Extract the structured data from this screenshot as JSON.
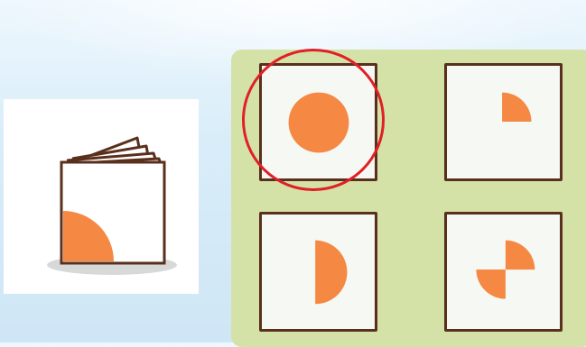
{
  "scene": {
    "background": "#d9edf9",
    "panel_color": "#d4e2a8",
    "paper_color": "#f6f8f3",
    "outline_color": "#5a2f1c",
    "shape_color": "#f58843",
    "selection_color": "#e11f26"
  },
  "booklet": {
    "icon": "folded-booklet-with-quarter-circle-cutout",
    "visible_shape": "quarter-circle at bottom-left of folded paper"
  },
  "options": [
    {
      "id": "A",
      "icon": "full-circle",
      "selected": true
    },
    {
      "id": "B",
      "icon": "quarter-circle",
      "selected": false
    },
    {
      "id": "C",
      "icon": "half-circle-right",
      "selected": false
    },
    {
      "id": "D",
      "icon": "two-quarter-circles-diagonal",
      "selected": false
    }
  ],
  "selected_option": "A"
}
